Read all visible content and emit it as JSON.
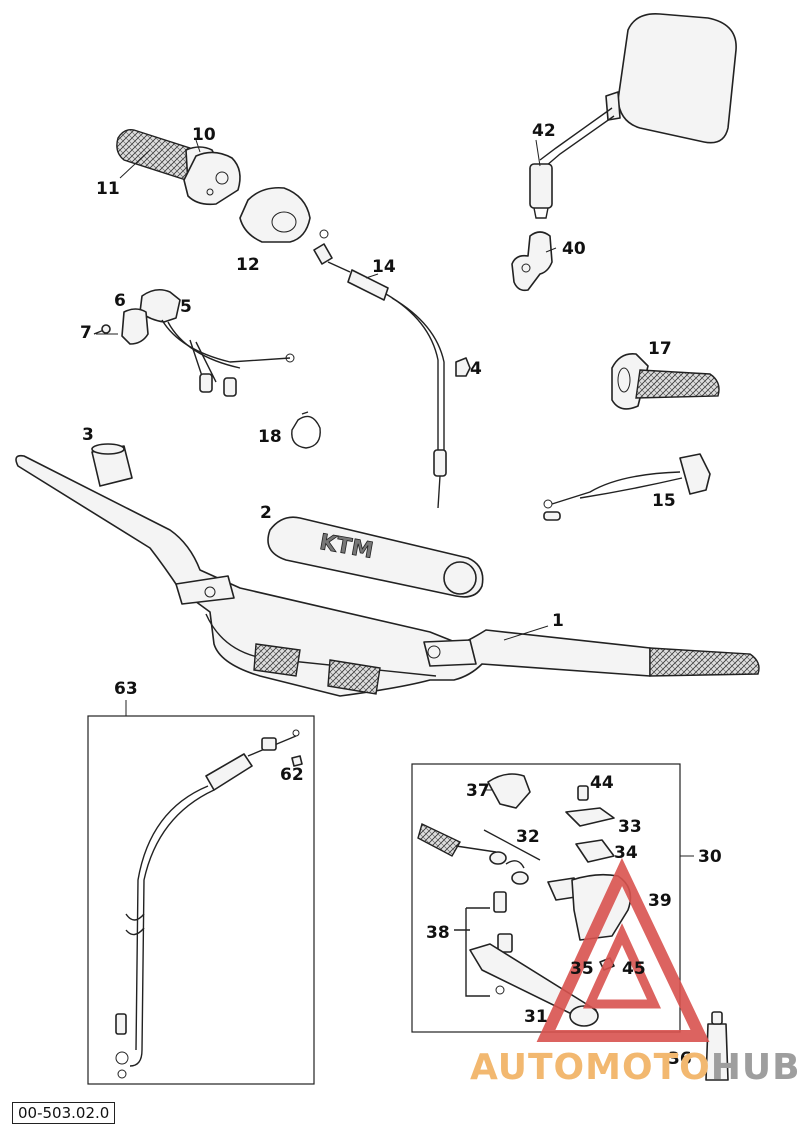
{
  "diagram_ref": "00-503.02.0",
  "watermark": {
    "part1": "AUTOMOTO",
    "part2": "HUB",
    "color_primary": "#f2b870",
    "color_secondary": "#9e9e9e",
    "triangle_color": "#d9534f"
  },
  "callouts": {
    "c1": "1",
    "c2": "2",
    "c3": "3",
    "c4": "4",
    "c5": "5",
    "c6": "6",
    "c7": "7",
    "c10": "10",
    "c11": "11",
    "c12": "12",
    "c14": "14",
    "c15": "15",
    "c17": "17",
    "c18": "18",
    "c30": "30",
    "c31": "31",
    "c32": "32",
    "c33": "33",
    "c34": "34",
    "c35": "35",
    "c36": "36",
    "c37": "37",
    "c38": "38",
    "c39": "39",
    "c40": "40",
    "c42": "42",
    "c44": "44",
    "c45": "45",
    "c62": "62",
    "c63": "63"
  },
  "bar_pad_logo": "KTM"
}
